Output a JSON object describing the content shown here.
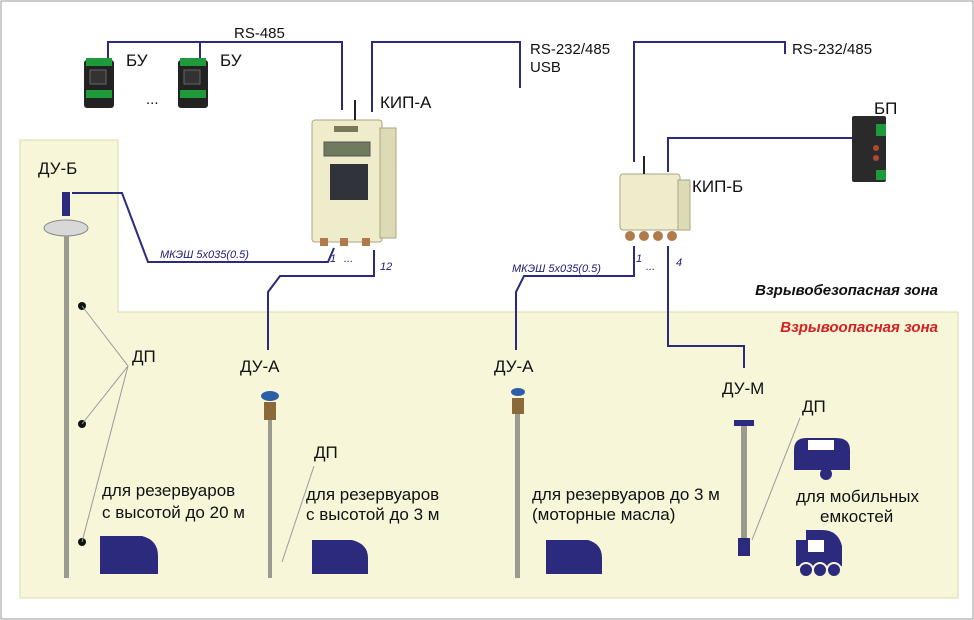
{
  "zones": {
    "safe": "Взрывобезопасная зона",
    "hazard": "Взрывоопасная зона",
    "hazard_color": "#d42020",
    "hazard_fill": "#f8f6d9"
  },
  "interfaces": {
    "rs485": "RS-485",
    "rs232_a": "RS-232/485",
    "usb": "USB",
    "rs232_b": "RS-232/485"
  },
  "devices": {
    "bu": "БУ",
    "bu_dots": "...",
    "kip_a": "КИП-А",
    "kip_b": "КИП-Б",
    "bp": "БП"
  },
  "cables": {
    "mkesh_a": "МКЭШ 5х035(0.5)",
    "mkesh_b": "МКЭШ 5х035(0.5)",
    "port_a_first": "1",
    "port_a_dots": "...",
    "port_a_last": "12",
    "port_b_first": "1",
    "port_b_dots": "...",
    "port_b_last": "4"
  },
  "sensors": {
    "du_b": "ДУ-Б",
    "du_a1": "ДУ-А",
    "du_a2": "ДУ-А",
    "du_m": "ДУ-М",
    "dp1": "ДП",
    "dp2": "ДП",
    "dp3": "ДП"
  },
  "captions": {
    "c1_line1": "для резервуаров",
    "c1_line2": "с высотой до 20 м",
    "c2_line1": "для резервуаров",
    "c2_line2": "с высотой до 3 м",
    "c3_line1": "для резервуаров до 3 м",
    "c3_line2": "(моторные масла)",
    "c4_line1": "для мобильных",
    "c4_line2": "емкостей"
  }
}
